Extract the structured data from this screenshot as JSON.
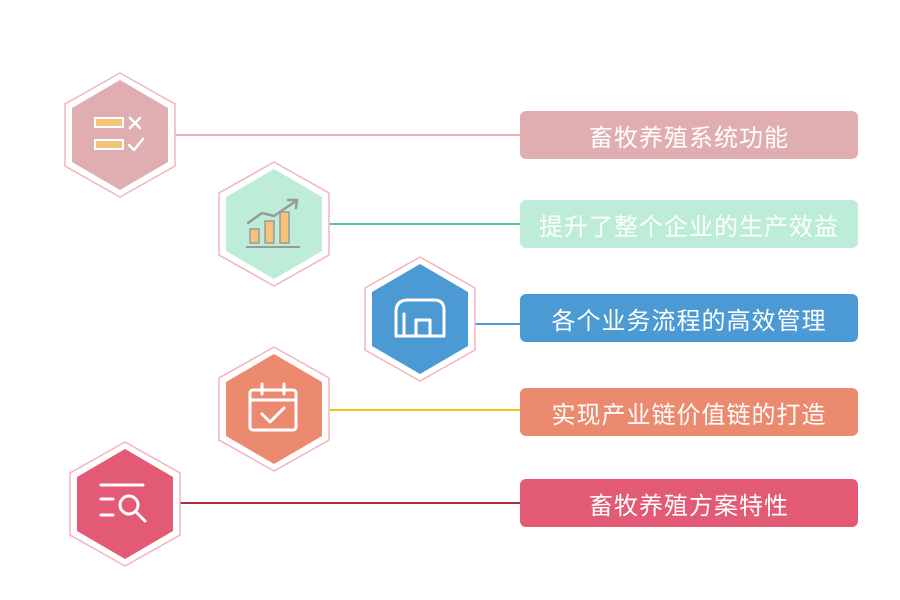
{
  "items": [
    {
      "label": "畜牧养殖系统功能",
      "icon": "checklist-icon",
      "fill": "#e0adb1",
      "line": "#eeadb6"
    },
    {
      "label": "提升了整个企业的生产效益",
      "icon": "growth-chart-icon",
      "fill": "#bdecd8",
      "line": "#5ac690"
    },
    {
      "label": "各个业务流程的高效管理",
      "icon": "warehouse-icon",
      "fill": "#4b9ad3",
      "line": "#4b9ad3"
    },
    {
      "label": "实现产业链价值链的打造",
      "icon": "calendar-check-icon",
      "fill": "#ec8a6f",
      "line": "#f0c21a"
    },
    {
      "label": "畜牧养殖方案特性",
      "icon": "search-list-icon",
      "fill": "#e35a74",
      "line": "#b02e3c"
    }
  ]
}
